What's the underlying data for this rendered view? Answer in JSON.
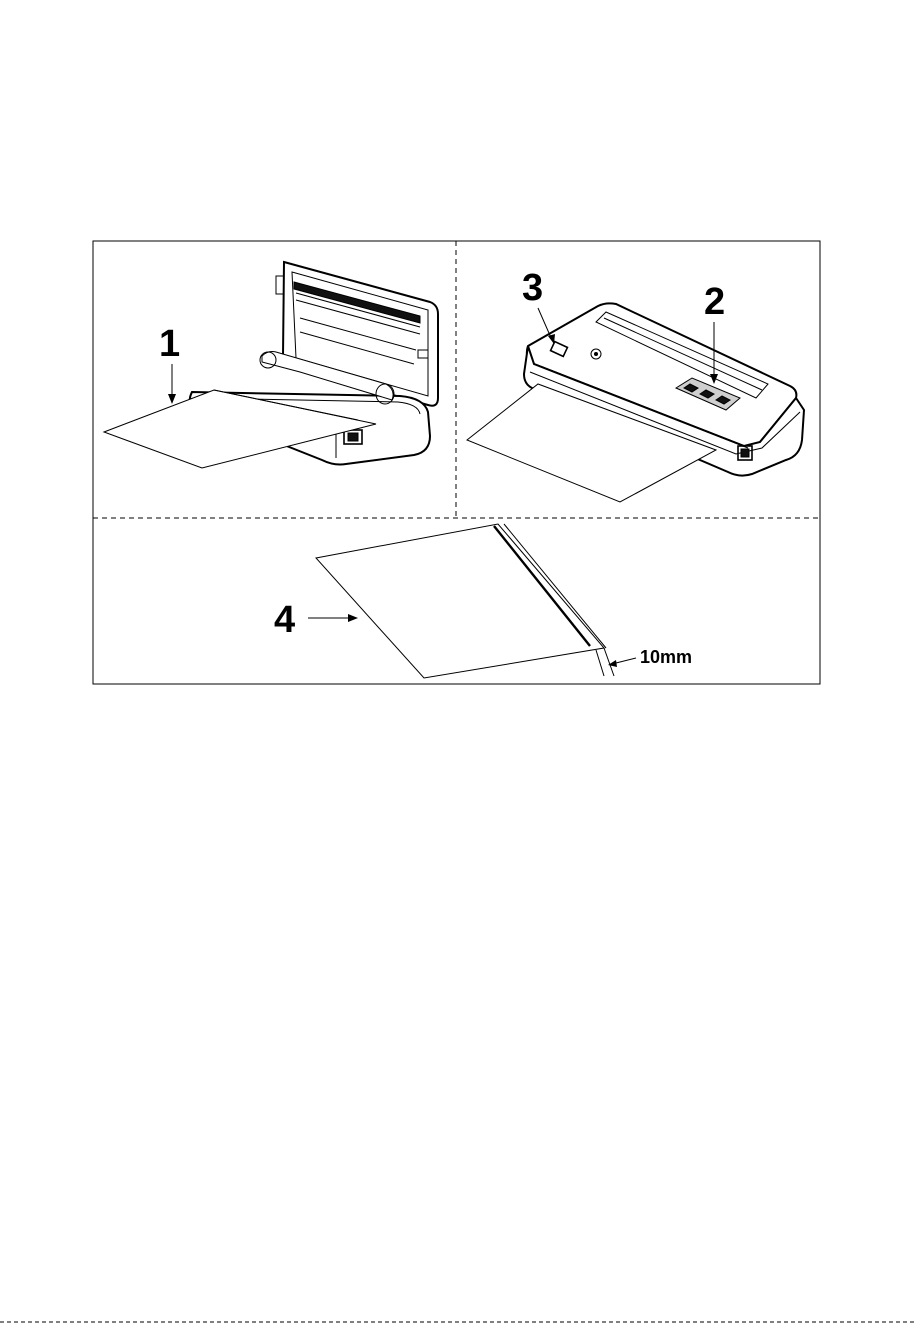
{
  "callouts": {
    "one": "1",
    "two": "2",
    "three": "3",
    "four": "4"
  },
  "dimension_label": "10mm"
}
